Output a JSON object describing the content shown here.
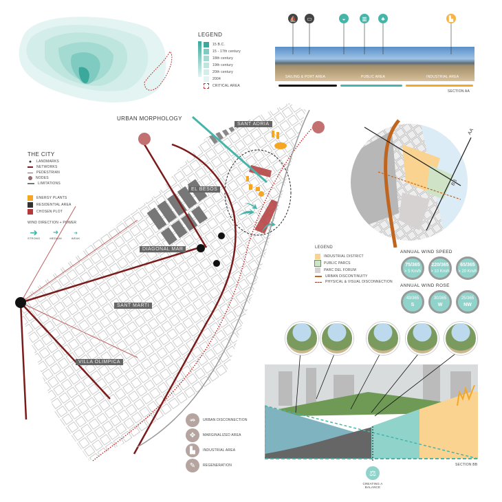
{
  "history_legend": {
    "title": "LEGEND",
    "items": [
      {
        "label": "15 B.C.",
        "color": "#3aa99b"
      },
      {
        "label": "15 - 17th century",
        "color": "#7fcbc1"
      },
      {
        "label": "18th century",
        "color": "#a3dad2"
      },
      {
        "label": "19th century",
        "color": "#bfe5df"
      },
      {
        "label": "20th century",
        "color": "#d3eeea"
      },
      {
        "label": "2004",
        "color": "#e3f4f2"
      },
      {
        "label": "CRITICAL AREA",
        "color": "#b33a3a"
      }
    ]
  },
  "section_aa": {
    "zones": [
      {
        "label": "SAILING & PORT AREA",
        "color": "#111111"
      },
      {
        "label": "PUBLIC AREA",
        "color": "#45b5aa"
      },
      {
        "label": "INDUSTRIAL AREA",
        "color": "#f5a623"
      }
    ],
    "title": "SECTION AA",
    "icons": [
      "boat-icon",
      "car-icon",
      "park-icon",
      "building-icon",
      "tree-icon",
      "factory-icon"
    ]
  },
  "map": {
    "title": "URBAN MORPHOLOGY",
    "districts": [
      "SANT ADRIA",
      "EL BESOS",
      "DIAGONAL MAR",
      "SANT MARTI",
      "VILLA OLIMPICA"
    ]
  },
  "city_legend": {
    "title": "THE CITY",
    "items": [
      "LANDMARKS",
      "NETWORKS",
      "PEDESTRIAN",
      "NODES",
      "LIMITATIONS"
    ],
    "areas": [
      {
        "label": "ENERGY PLANTS",
        "color": "#f5a623"
      },
      {
        "label": "RESIDENTIAL AREA",
        "color": "#333333"
      },
      {
        "label": "CHOSEN PLOT",
        "color": "#b33a3a"
      }
    ],
    "wind_title": "WIND DIRECTION + POWER",
    "wind": [
      "STRONG",
      "MEDIUM",
      "WEAK"
    ]
  },
  "plot_legend": {
    "title": "LEGEND",
    "items": [
      {
        "label": "INDUSTRIAL DISTRICT",
        "color": "#f9d38f"
      },
      {
        "label": "PUBLIC PARCS",
        "color": "#cfe3c6"
      },
      {
        "label": "PARC DEL FORUM",
        "color": "#d6d2d2"
      },
      {
        "label": "URBAN DISCONTINUITY",
        "color": "#c0651f"
      },
      {
        "label": "PHYSICAL & VISUAL DISCONNECTION",
        "color": "#8a3a2a"
      }
    ],
    "axis_labels": [
      "AA",
      "BB"
    ]
  },
  "wind_speed": {
    "title": "ANNUAL WIND SPEED",
    "items": [
      {
        "days": "75",
        "total": "/365",
        "speed": "> 5 Km/h"
      },
      {
        "days": "220",
        "total": "/365",
        "speed": "> 10 Km/h"
      },
      {
        "days": "65",
        "total": "/365",
        "speed": "> 20 Km/h"
      }
    ]
  },
  "wind_rose": {
    "title": "ANNUAL WIND ROSE",
    "items": [
      {
        "days": "43/365",
        "dir": "S"
      },
      {
        "days": "30/365",
        "dir": "W"
      },
      {
        "days": "25/365",
        "dir": "NW"
      }
    ]
  },
  "issues": [
    "URBAN DISCONNECTION",
    "MARGINALIZED AREA",
    "INDUSTRIAL AREA",
    "REGENERATION"
  ],
  "section_bb": {
    "title": "SECTION BB",
    "balance": "CREATING A BALANCE"
  }
}
